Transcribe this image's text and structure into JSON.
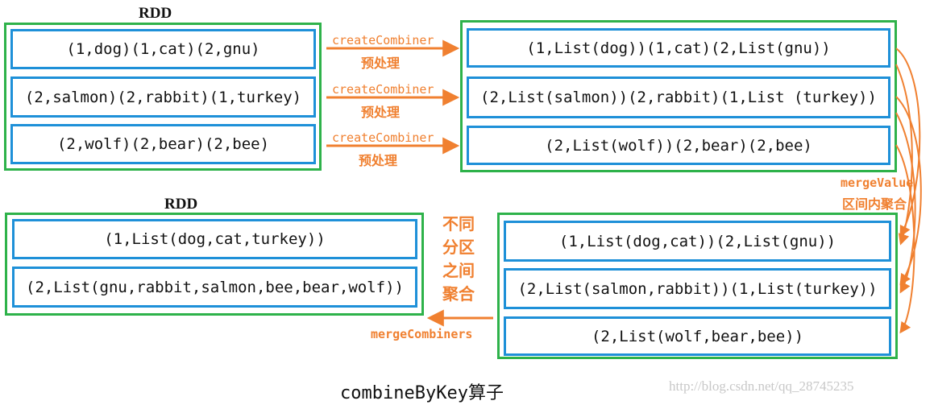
{
  "top_left": {
    "title": "RDD",
    "rows": [
      "(1,dog)(1,cat)(2,gnu)",
      "(2,salmon)(2,rabbit)(1,turkey)",
      "(2,wolf)(2,bear)(2,bee)"
    ]
  },
  "top_right": {
    "rows": [
      "(1,List(dog))(1,cat)(2,List(gnu))",
      "(2,List(salmon))(2,rabbit)(1,List (turkey))",
      "(2,List(wolf))(2,bear)(2,bee)"
    ]
  },
  "create_combiner": {
    "label": "createCombiner",
    "sublabel": "预处理"
  },
  "merge_value": {
    "label": "mergeValue",
    "sublabel": "区间内聚合"
  },
  "bottom_right": {
    "rows": [
      "(1,List(dog,cat))(2,List(gnu))",
      "(2,List(salmon,rabbit))(1,List(turkey))",
      "(2,List(wolf,bear,bee))"
    ]
  },
  "bottom_left": {
    "title": "RDD",
    "rows": [
      "(1,List(dog,cat,turkey))",
      "(2,List(gnu,rabbit,salmon,bee,bear,wolf))"
    ]
  },
  "merge_combiners": {
    "label": "mergeCombiners",
    "vertical_text": "不同分区之间聚合"
  },
  "caption": "combineByKey算子",
  "watermark": "http://blog.csdn.net/qq_28745235",
  "colors": {
    "partition_border": "#2eb24a",
    "row_border": "#1e90d8",
    "arrow": "#f08030"
  }
}
